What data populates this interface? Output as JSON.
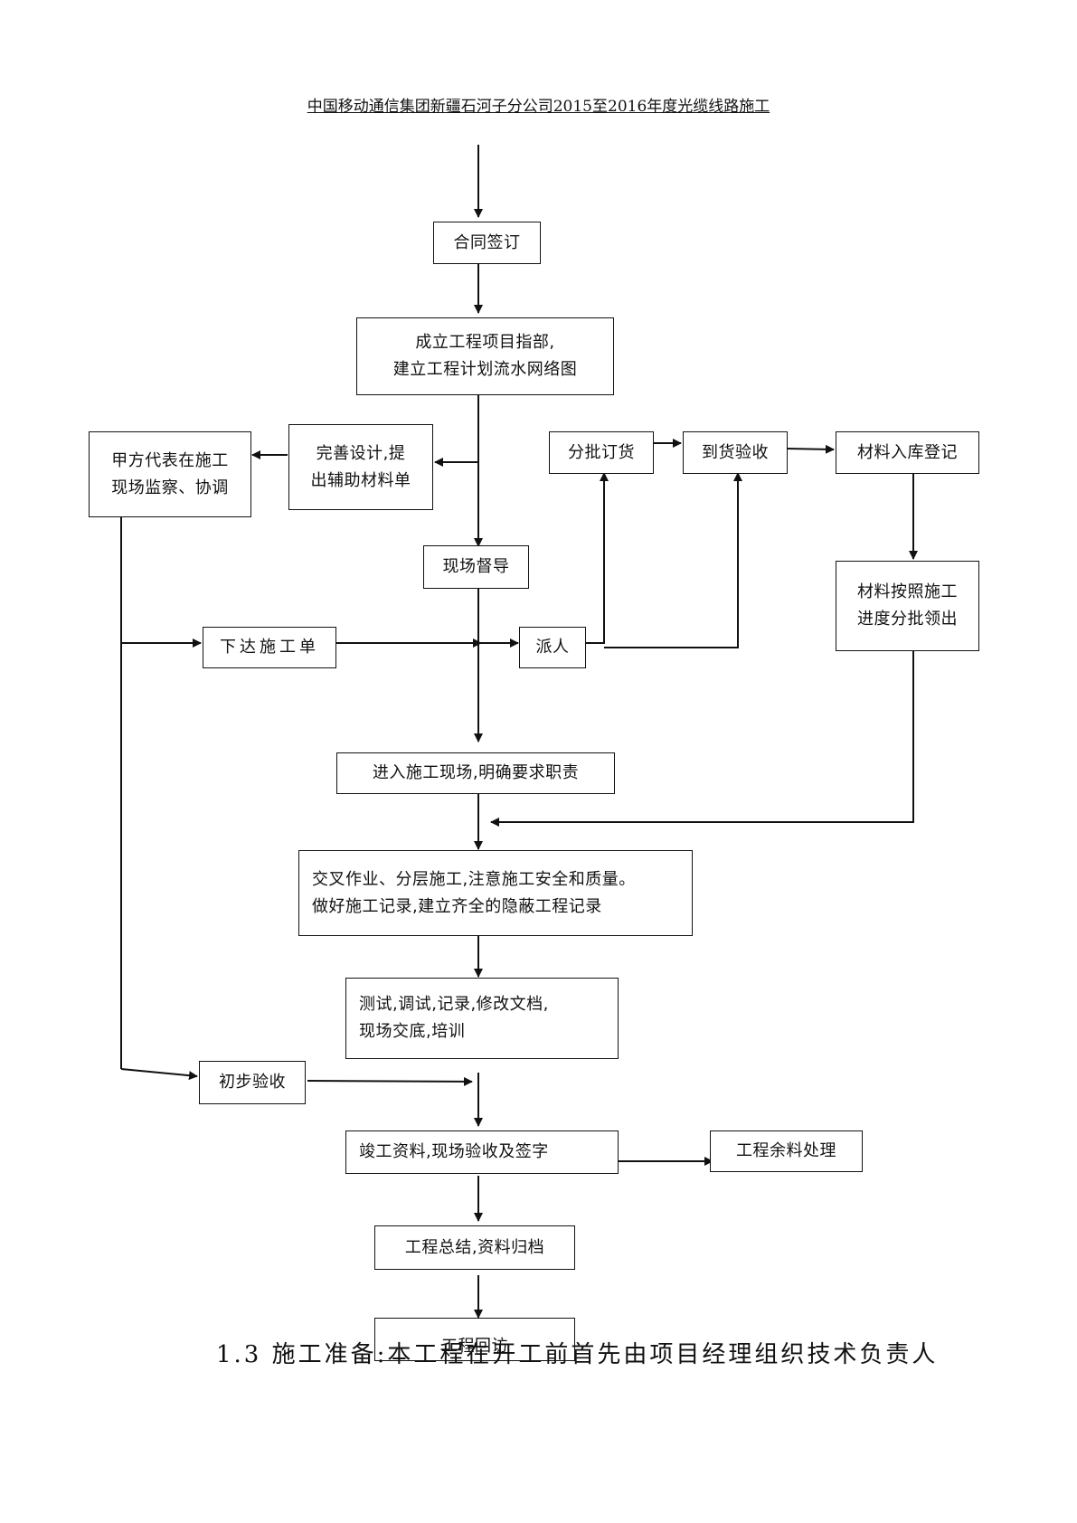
{
  "header": {
    "title": "中国移动通信集团新疆石河子分公司2015至2016年度光缆线路施工"
  },
  "nodes": {
    "contract": "合同签订",
    "project_dept": [
      "成立工程项目指部,",
      "建立工程计划流水网络图"
    ],
    "party_a_rep": [
      "甲方代表在施工",
      "现场监察、协调"
    ],
    "design": [
      "完善设计,提",
      "出辅助材料单"
    ],
    "batch_order": "分批订货",
    "goods_check": "到货验收",
    "stock_in": "材料入库登记",
    "site_supervision": "现场督导",
    "material_issue": [
      "材料按照施工",
      "进度分批领出"
    ],
    "work_order": "下达施工单",
    "dispatch": "派人",
    "enter_site": "进入施工现场,明确要求职责",
    "construction": [
      "交叉作业、分层施工,注意施工安全和质量。",
      "做好施工记录,建立齐全的隐蔽工程记录"
    ],
    "testing": [
      "测试,调试,记录,修改文档,",
      "现场交底,培训"
    ],
    "prelim_accept": "初步验收",
    "completion": "竣工资料,现场验收及签字",
    "surplus": "工程余料处理",
    "summary": "工程总结,资料归档",
    "revisit": "工程回访"
  },
  "footer": {
    "text": "1.3 施工准备:本工程在开工前首先由项目经理组织技术负责人"
  }
}
